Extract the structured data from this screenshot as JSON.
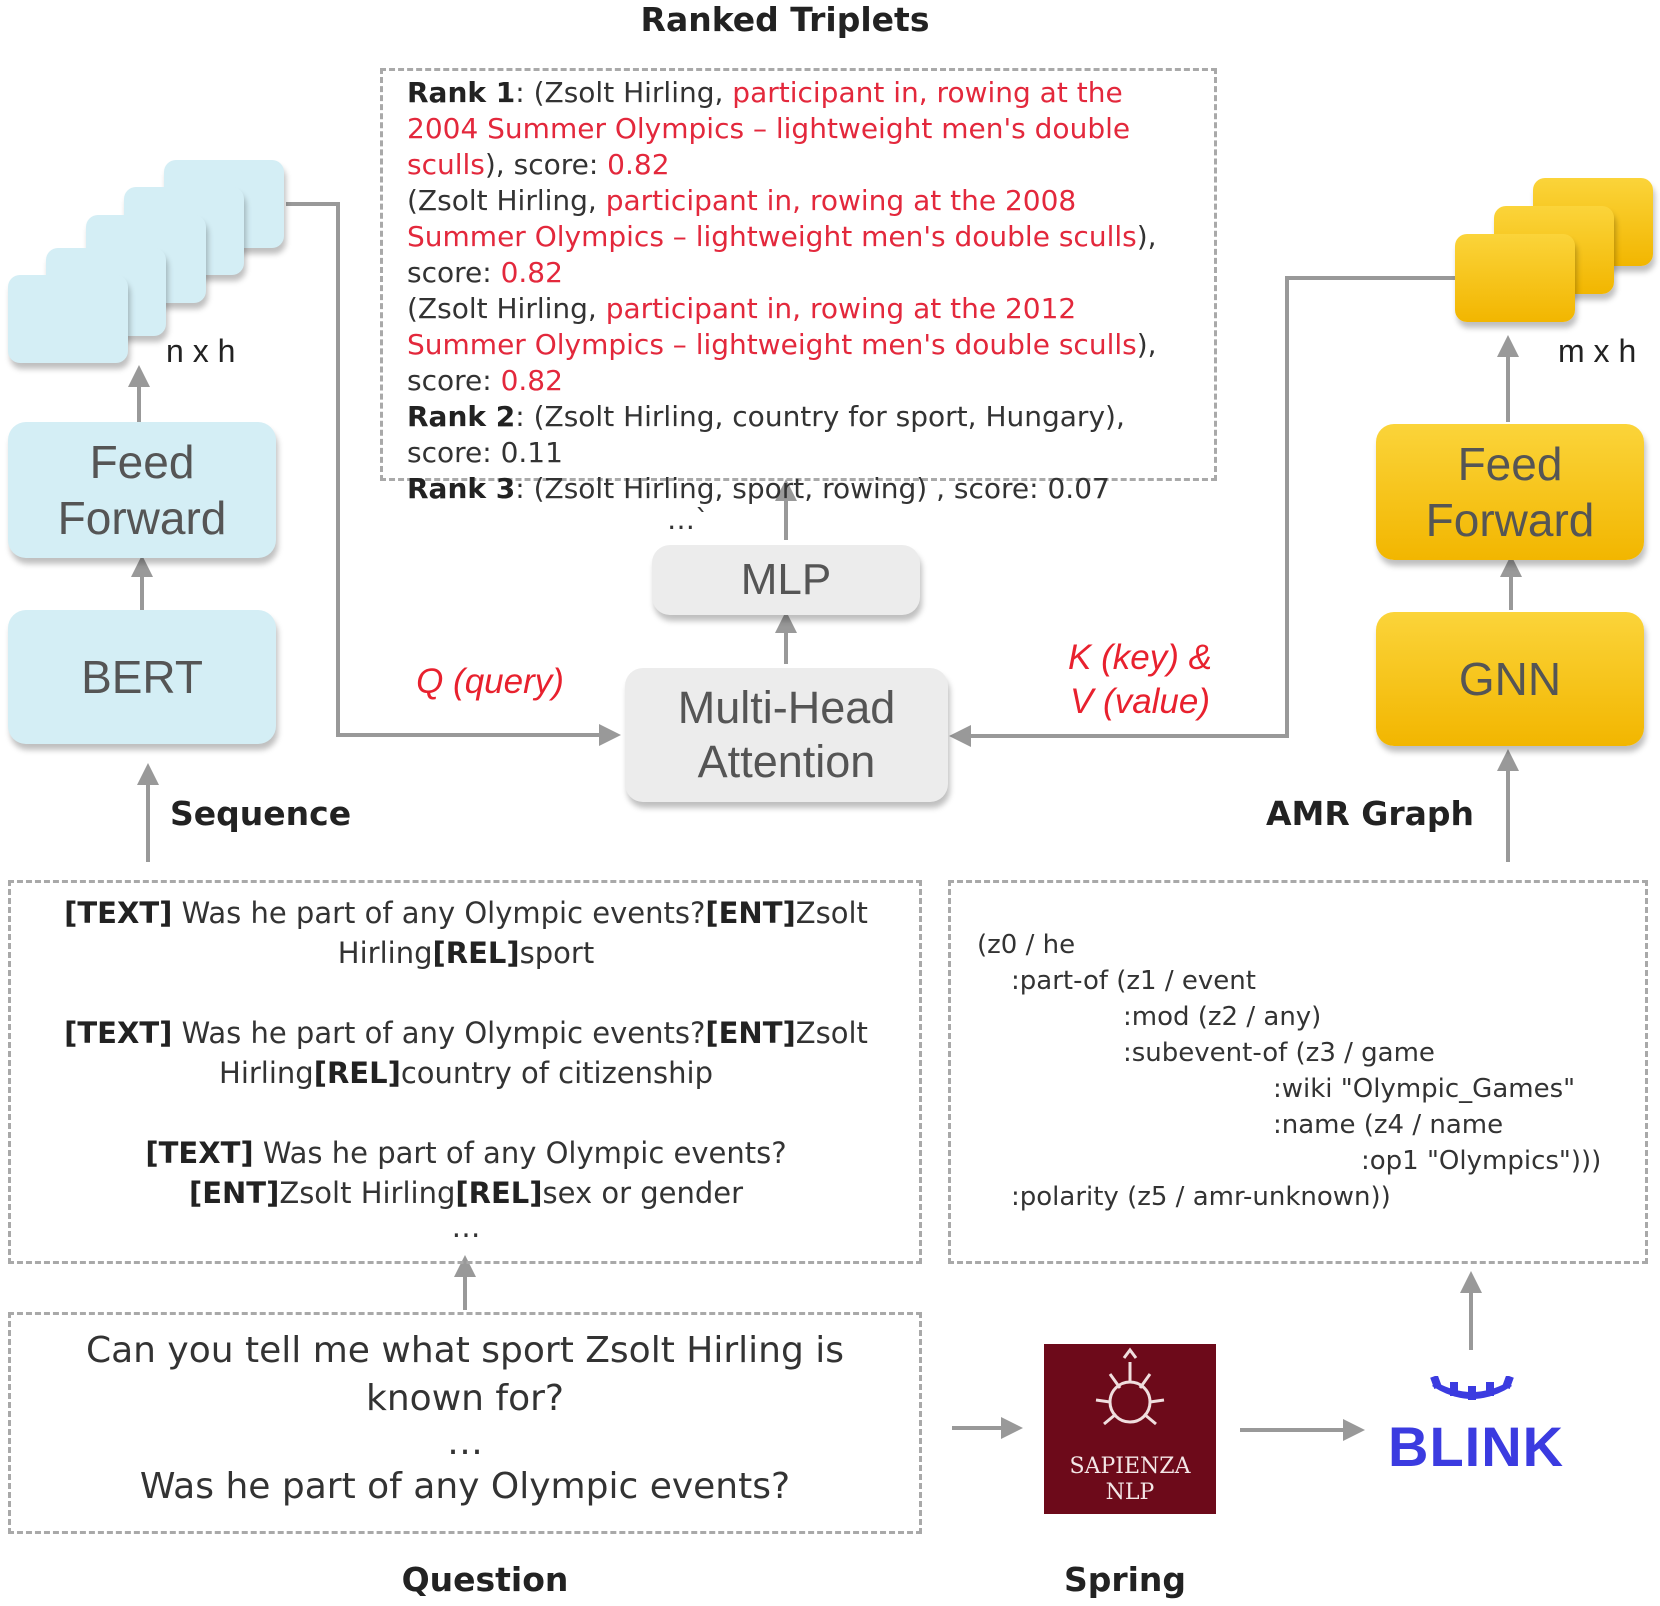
{
  "titles": {
    "ranked": "Ranked Triplets",
    "sequence": "Sequence",
    "amr": "AMR Graph",
    "question": "Question",
    "spring": "Spring"
  },
  "ranked": {
    "r1_label": "Rank 1",
    "r1a_pre": ": (Zsolt Hirling, ",
    "r1a_red": "participant in, rowing at the 2004 Summer Olympics – lightweight men's double sculls",
    "r1a_post": "), score: ",
    "r1a_score": "0.82",
    "r1b_pre": "(Zsolt Hirling, ",
    "r1b_red": "participant in, rowing at the 2008 Summer Olympics – lightweight men's double sculls",
    "r1b_post": "), score: ",
    "r1b_score": "0.82",
    "r1c_pre": "(Zsolt Hirling, ",
    "r1c_red": "participant in, rowing at the 2012 Summer Olympics – lightweight men's double sculls",
    "r1c_post": "), score: ",
    "r1c_score": "0.82",
    "r2_label": "Rank 2",
    "r2_text": ": (Zsolt Hirling, country for sport, Hungary), score: 0.11",
    "r3_label": "Rank 3",
    "r3_text": ": (Zsolt Hirling, sport, rowing) , score: 0.07",
    "ellipsis": "…`"
  },
  "boxes": {
    "ff_left_1": "Feed",
    "ff_left_2": "Forward",
    "bert": "BERT",
    "mlp": "MLP",
    "mha_1": "Multi-Head",
    "mha_2": "Attention",
    "ff_right_1": "Feed",
    "ff_right_2": "Forward",
    "gnn": "GNN"
  },
  "dims": {
    "left": "n x h",
    "right": "m x h"
  },
  "labels": {
    "query": "Q (query)",
    "kv_1": "K (key) &",
    "kv_2": "V (value)"
  },
  "sequence": {
    "tag_text": "[TEXT]",
    "tag_ent": "[ENT]",
    "tag_rel": "[REL]",
    "utterance": " Was he part of any Olympic events?",
    "entity_1": "Zsolt",
    "entity_2": "Hirling",
    "entity_full": "Zsolt Hirling",
    "rel_1": "sport",
    "rel_2": "country of citizenship",
    "rel_3": "sex or gender",
    "ellipsis": "…"
  },
  "amr": {
    "line1": "(z0 / he",
    "line2": ":part-of (z1 / event",
    "line3": ":mod (z2 / any)",
    "line4": ":subevent-of (z3 / game",
    "line5": ":wiki \"Olympic_Games\"",
    "line6": ":name (z4 / name",
    "line7": ":op1 \"Olympics\")))",
    "line8": ":polarity (z5 / amr-unknown))"
  },
  "question": {
    "line1": "Can you tell me what sport Zsolt Hirling is",
    "line2": "known for?",
    "ellipsis": "…",
    "line3": "Was he part of any Olympic events?"
  },
  "logos": {
    "sapienza_1": "SAPIENZA",
    "sapienza_2": "NLP",
    "blink": "BLINK"
  },
  "colors": {
    "red": "#e3283c",
    "blue_box": "#d4eef5",
    "gold_box": "#f5c000",
    "sapienza": "#6d0a1a",
    "blink": "#3b3be0"
  }
}
